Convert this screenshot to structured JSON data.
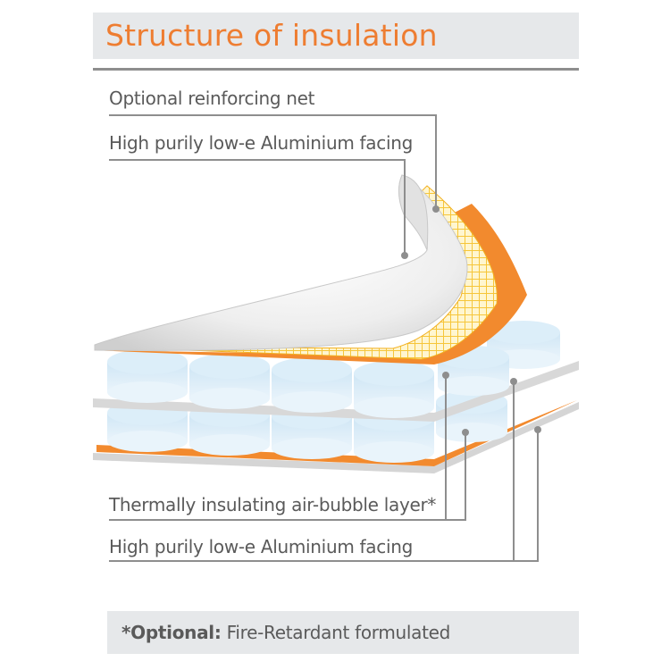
{
  "title": "Structure of insulation",
  "labels": {
    "reinforcing_net": "Optional reinforcing net",
    "top_facing": "High purily low-e Aluminium facing",
    "bubble_layer": "Thermally insulating air-bubble layer*",
    "bottom_facing": "High purily low-e Aluminium facing"
  },
  "footnote": {
    "prefix": "*Optional:",
    "text": " Fire-Retardant formulated"
  },
  "colors": {
    "title": "#ee7d31",
    "orange_layer": "#f28a2e",
    "mesh": "#f6c63a",
    "bubble": "#d4eaf7",
    "foil": "#d9d9d9",
    "leader_line": "#8e8e8e"
  }
}
